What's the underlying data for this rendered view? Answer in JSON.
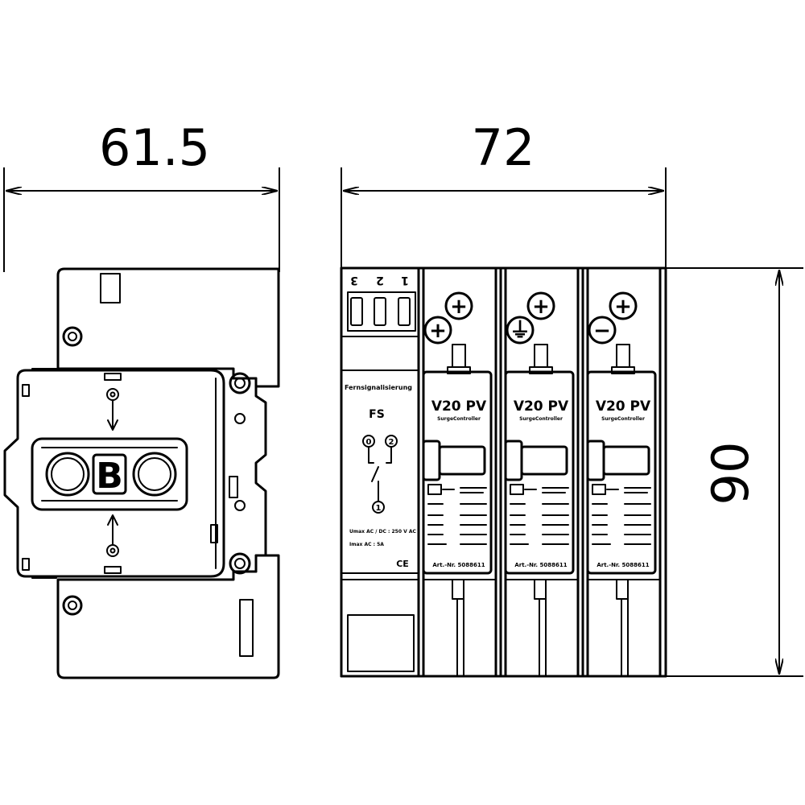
{
  "dimensions": {
    "depth": "61.5",
    "width": "72",
    "height": "90"
  },
  "side_view": {
    "brand": [
      "O",
      "B",
      "O"
    ]
  },
  "fs_module": {
    "header_text": "Fernsignalisierung",
    "label": "FS",
    "terminals": [
      "3",
      "2",
      "1"
    ],
    "contacts": [
      "0",
      "2",
      "1"
    ],
    "spec_lines": [
      "Umax AC / DC : 250 V AC",
      "Imax AC : 5A"
    ],
    "mark": "CE"
  },
  "pv_modules": [
    {
      "top_symbol": "+",
      "side_symbol": "+",
      "model": "V20   PV",
      "subtitle": "SurgeController",
      "article": "Art.-Nr. 5088611"
    },
    {
      "top_symbol": "+",
      "side_symbol": "⏚",
      "model": "V20   PV",
      "subtitle": "SurgeController",
      "article": "Art.-Nr. 5088611"
    },
    {
      "top_symbol": "+",
      "side_symbol": "−",
      "model": "V20   PV",
      "subtitle": "SurgeController",
      "article": "Art.-Nr. 5088611"
    }
  ]
}
